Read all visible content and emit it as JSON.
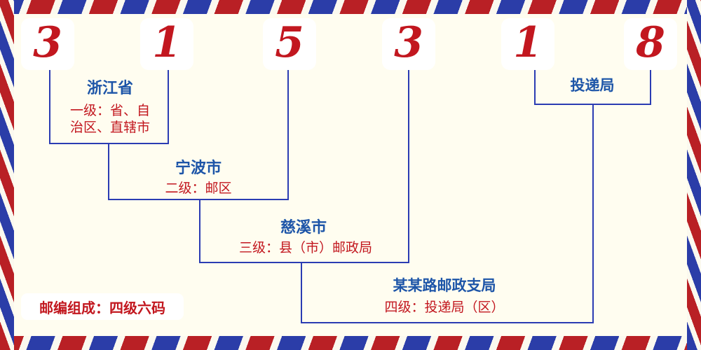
{
  "postal_code": "315318",
  "digits": [
    "3",
    "1",
    "5",
    "3",
    "1",
    "8"
  ],
  "levels": {
    "l1": {
      "place": "浙江省",
      "desc": "一级：省、自\n治区、直辖市"
    },
    "l2": {
      "place": "宁波市",
      "desc": "二级：邮区"
    },
    "l3": {
      "place": "慈溪市",
      "desc": "三级：县（市）邮政局"
    },
    "l4": {
      "place": "某某路邮政支局",
      "desc": "四级：投递局（区）"
    },
    "delivery": {
      "place": "投递局"
    }
  },
  "footer": "邮编组成：四级六码",
  "colors": {
    "digit_red": "#c2171f",
    "label_blue": "#1d55a8",
    "line_blue": "#2b3cb3",
    "border_red": "#b92025",
    "border_blue": "#2b3da8",
    "background": "#fffdf0"
  }
}
